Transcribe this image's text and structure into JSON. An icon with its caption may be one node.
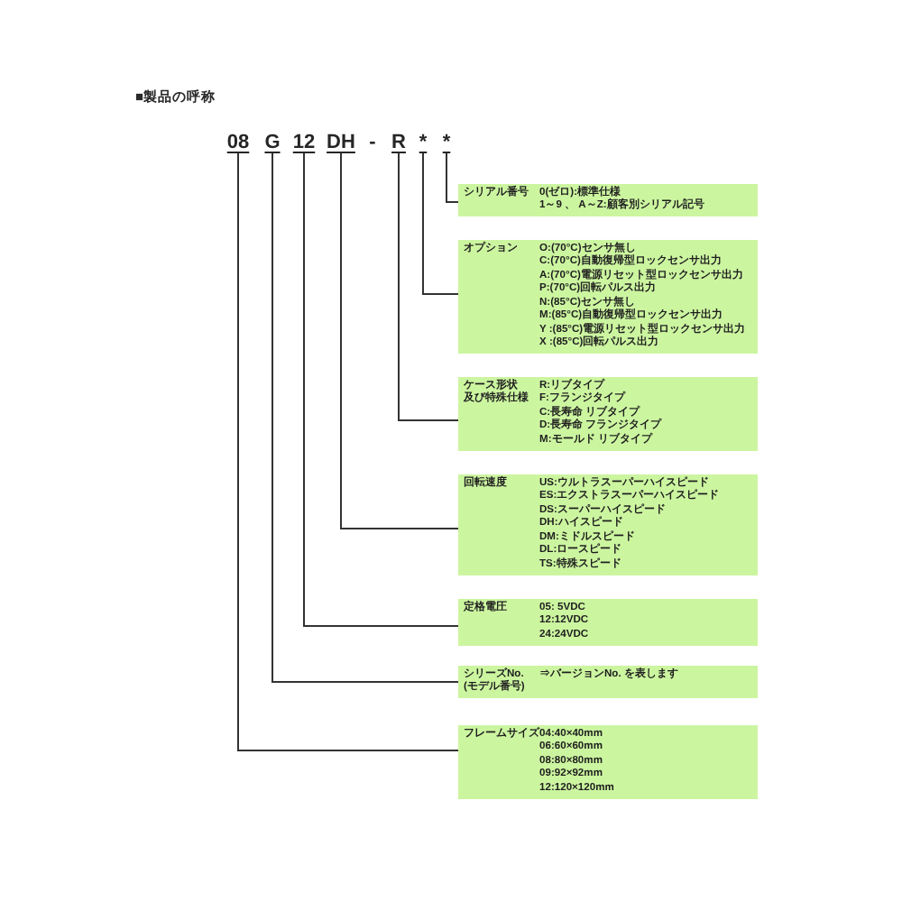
{
  "diagram": {
    "title": "■製品の呼称",
    "nodes": [
      {
        "text": [
          "08"
        ]
      },
      {
        "text": [
          "G"
        ]
      },
      {
        "text": [
          "12"
        ]
      },
      {
        "text": [
          "DH"
        ]
      },
      {
        "text": [
          "R"
        ]
      },
      {
        "text": [
          "*"
        ]
      },
      {
        "text": [
          "*"
        ]
      },
      {
        "text": [
          "シリアル番号",
          "0(ゼロ):標準仕様",
          "1～9 、 A～Z:顧客別シリアル記号"
        ]
      },
      {
        "text": [
          "オプション",
          "O:(70°C)センサ無し",
          "C:(70°C)自動復帰型ロックセンサ出力",
          "A:(70°C)電源リセット型ロックセンサ出力",
          "P:(70°C)回転パルス出力",
          "N:(85°C)センサ無し",
          "M:(85°C)自動復帰型ロックセンサ出力",
          "Y :(85°C)電源リセット型ロックセンサ出力",
          "X :(85°C)回転パルス出力"
        ]
      },
      {
        "text": [
          "ケース形状及び特殊仕様",
          "R:リブタイプ",
          "F:フランジタイプ",
          "C:長寿命 リブタイプ",
          "D:長寿命 フランジタイプ",
          "M:モールド リブタイプ"
        ]
      },
      {
        "text": [
          "回転速度",
          "US:ウルトラスーパーハイスピード",
          "ES:エクストラスーパーハイスピード",
          "DS:スーパーハイスピード",
          "DH:ハイスピード",
          "DM:ミドルスピード",
          "DL:ロースピード",
          "TS:特殊スピード"
        ]
      },
      {
        "text": [
          "定格電圧",
          "05: 5VDC",
          "12:12VDC",
          "24:24VDC"
        ]
      },
      {
        "text": [
          "シリーズNo. (モデル番号)",
          "⇒バージョンNo. を表します"
        ]
      },
      {
        "text": [
          "フレームサイズ",
          "04:40×40mm",
          "06:60×60mm",
          "08:80×80mm",
          "09:92×92mm",
          "12:120×120mm"
        ]
      }
    ],
    "edges": [
      {
        "from": 0,
        "to": 13,
        "arrow": "none"
      },
      {
        "from": 1,
        "to": 12,
        "arrow": "none"
      },
      {
        "from": 2,
        "to": 11,
        "arrow": "none"
      },
      {
        "from": 3,
        "to": 10,
        "arrow": "none"
      },
      {
        "from": 4,
        "to": 9,
        "arrow": "none"
      },
      {
        "from": 5,
        "to": 8,
        "arrow": "none"
      },
      {
        "from": 6,
        "to": 7,
        "arrow": "none"
      }
    ],
    "labels": [
      "-"
    ]
  }
}
